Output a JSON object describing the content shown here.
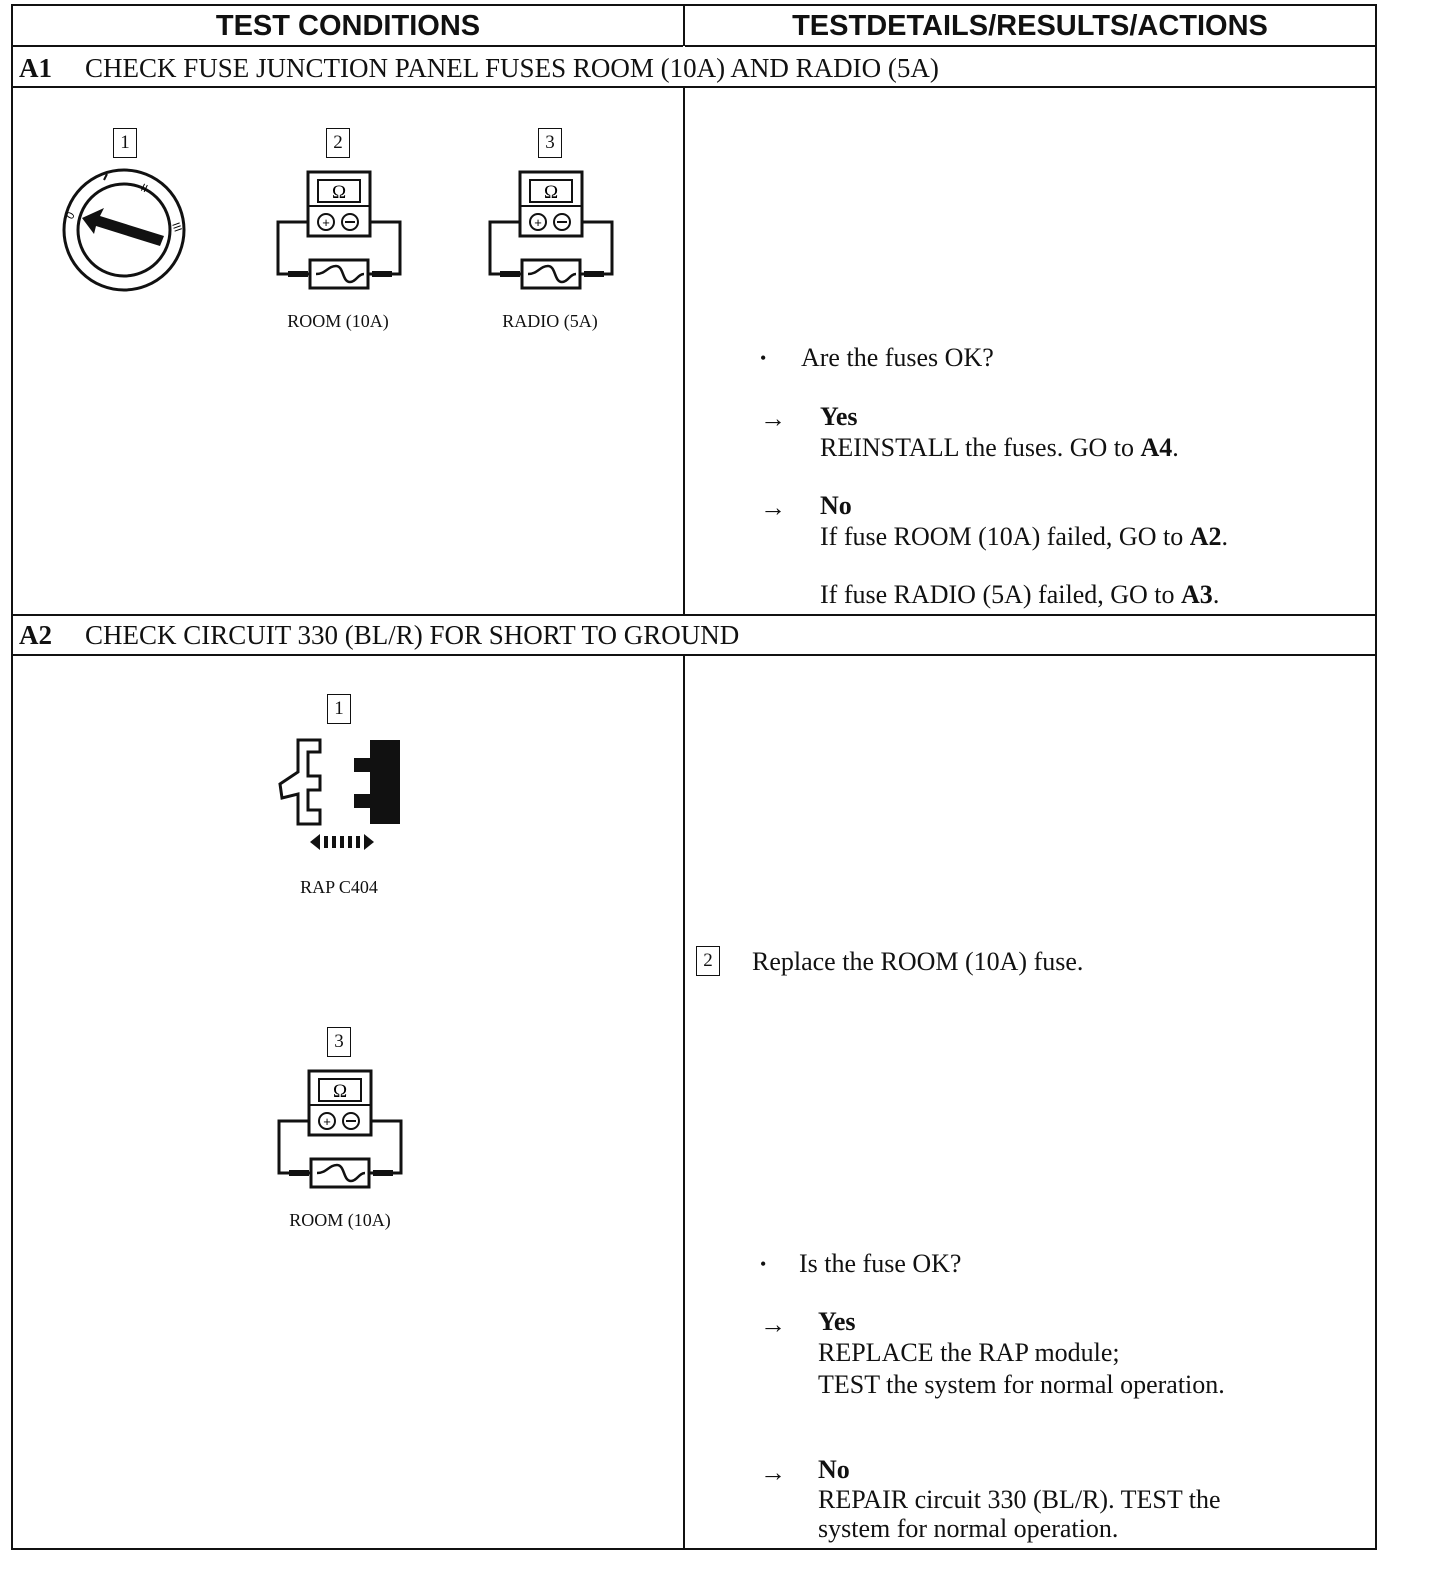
{
  "header": {
    "left": "TEST CONDITIONS",
    "right": "TESTDETAILS/RESULTS/ACTIONS"
  },
  "a1": {
    "id": "A1",
    "title": "CHECK FUSE JUNCTION PANEL FUSES ROOM (10A) AND RADIO (5A)",
    "step1": "1",
    "step2": "2",
    "step3": "3",
    "meter_symbol": "Ω",
    "fig2_label": "ROOM (10A)",
    "fig3_label": "RADIO (5A)",
    "question": "Are the fuses OK?",
    "yes_label": "Yes",
    "yes_text": "REINSTALL the fuses. GO to",
    "yes_target": "A4",
    "no_label": "No",
    "no_text1": "If fuse ROOM (10A) failed, GO to",
    "no_target1": "A2",
    "no_text2": "If fuse RADIO (5A) failed, GO to",
    "no_target2": "A3"
  },
  "a2": {
    "id": "A2",
    "title": "CHECK CIRCUIT 330 (BL/R) FOR SHORT TO GROUND",
    "step1": "1",
    "step2": "2",
    "step3": "3",
    "meter_symbol": "Ω",
    "fig1_label": "RAP C404",
    "fig3_label": "ROOM (10A)",
    "step2_text": "Replace the ROOM (10A) fuse.",
    "question": "Is the fuse OK?",
    "yes_label": "Yes",
    "yes_line1": "REPLACE the RAP module;",
    "yes_line2": "TEST the system for normal operation.",
    "no_label": "No",
    "no_line1": "REPAIR circuit 330 (BL/R). TEST the",
    "no_line2": "system for normal operation."
  },
  "symbols": {
    "arrow": "→",
    "bullet": "•",
    "period": "."
  }
}
